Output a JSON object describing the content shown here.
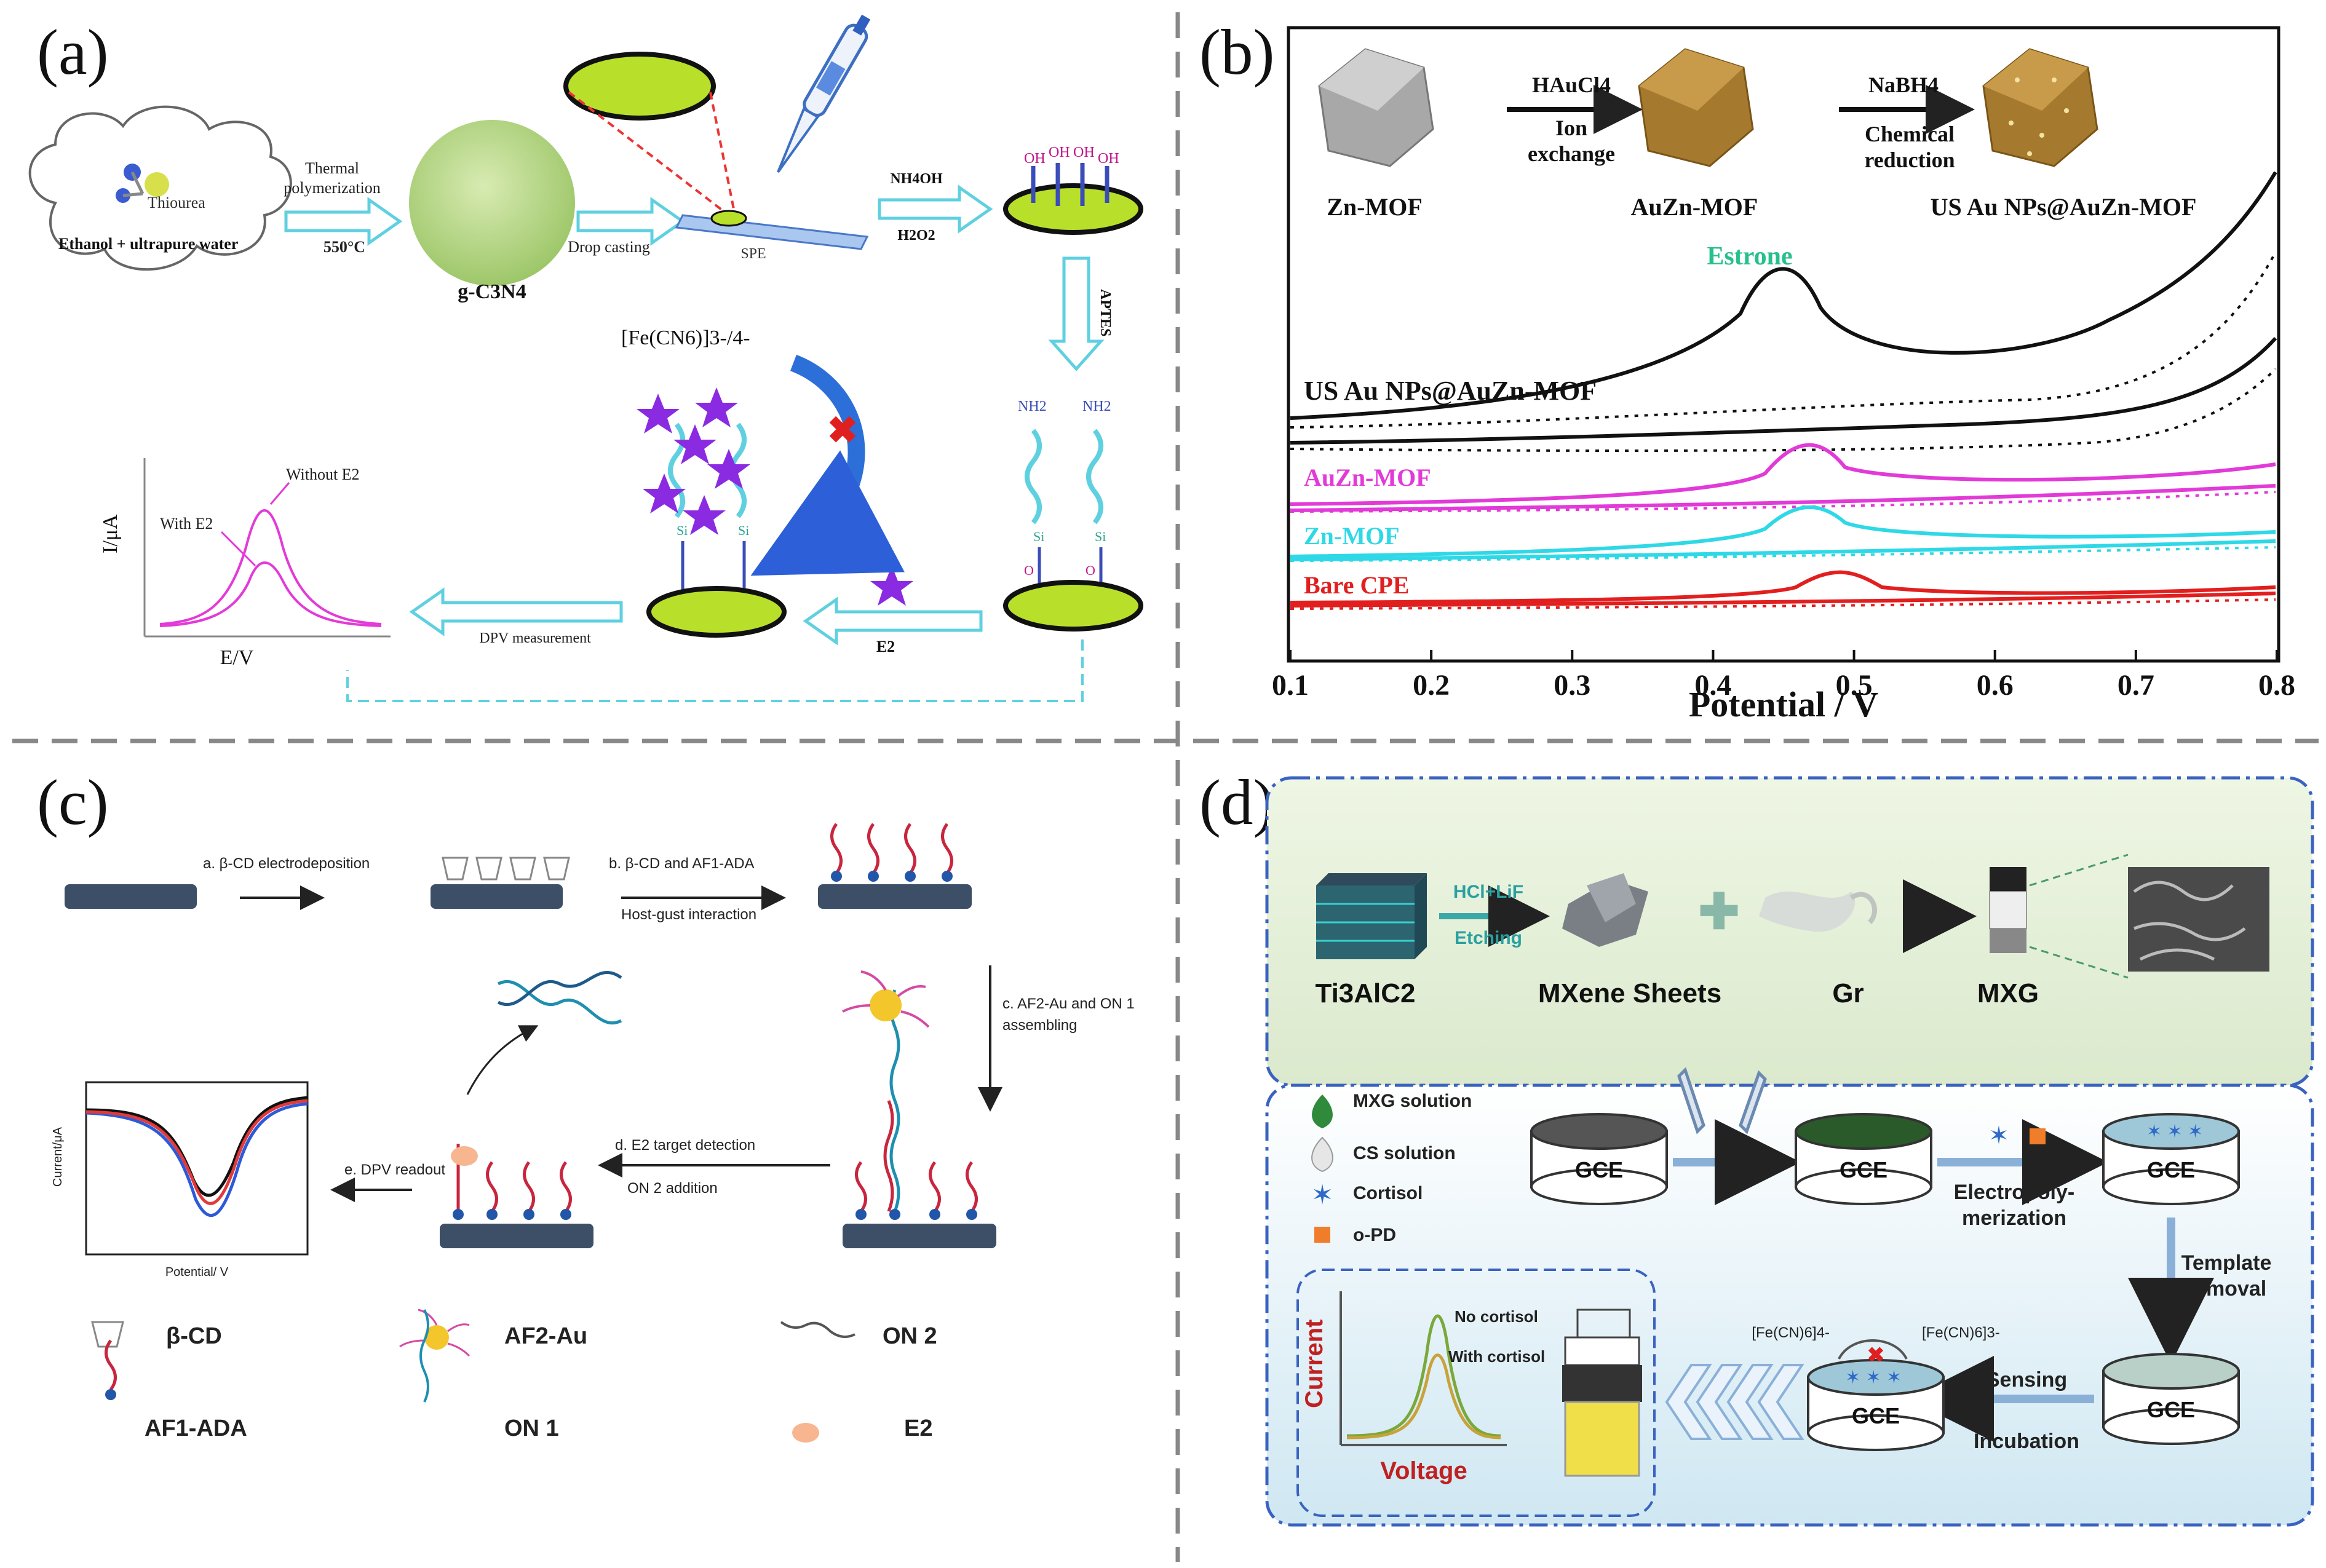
{
  "panels": {
    "a": {
      "label": "(a)",
      "cloud_text": "Ethanol + ultrapure water",
      "thiourea": "Thiourea",
      "step1_top": "Thermal",
      "step1_mid": "polymerization",
      "step1_temp": "550°C",
      "material": "g-C3N4",
      "step2": "Drop casting",
      "spe": "SPE",
      "step3_top": "NH4OH",
      "step3_bottom": "H2O2",
      "oh": "OH",
      "step4": "APTES",
      "nh2": "NH2",
      "si": "Si",
      "o": "O",
      "probe": "[Fe(CN6)]3-/4-",
      "step5": "E2",
      "step6": "DPV measurement",
      "dpv_ylabel": "I/μA",
      "dpv_xlabel": "E/V",
      "without": "Without E2",
      "with": "With E2"
    },
    "b": {
      "label": "(b)",
      "mof1": "Zn-MOF",
      "mof2": "AuZn-MOF",
      "mof3": "US Au NPs@AuZn-MOF",
      "arrow1_top": "HAuCl4",
      "arrow1_b1": "Ion",
      "arrow1_b2": "exchange",
      "arrow2_top": "NaBH4",
      "arrow2_b1": "Chemical",
      "arrow2_b2": "reduction",
      "annotation": "Estrone",
      "xlabel": "Potential / V",
      "xticks": [
        "0.1",
        "0.2",
        "0.3",
        "0.4",
        "0.5",
        "0.6",
        "0.7",
        "0.8"
      ],
      "colors": {
        "us": "#111111",
        "auzn": "#e23ad8",
        "zn": "#2fd8e6",
        "bare": "#e21f1f",
        "estrone": "#26c08c"
      }
    },
    "c": {
      "label": "(c)",
      "s_a": "a. β-CD electrodeposition",
      "s_b1": "b. β-CD and AF1-ADA",
      "s_b2": "Host-gust interaction",
      "s_c1": "c. AF2-Au and ON 1",
      "s_c2": "assembling",
      "s_d1": "d. E2 target detection",
      "s_d2": "ON 2 addition",
      "s_e": "e. DPV readout",
      "plot_ylabel": "Current/μA",
      "plot_xlabel": "Potential/ V",
      "legend": {
        "bcd": "β-CD",
        "af2": "AF2-Au",
        "on2": "ON 2",
        "af1": "AF1-ADA",
        "on1": "ON 1",
        "e2": "E2"
      }
    },
    "d": {
      "label": "(d)",
      "ti3alc2": "Ti3AlC2",
      "etch_top": "HCl+LiF",
      "etch_bottom": "Etching",
      "mxene": "MXene Sheets",
      "gr": "Gr",
      "mxg": "MXG",
      "leg_mxg": "MXG solution",
      "leg_cs": "CS solution",
      "leg_cortisol": "Cortisol",
      "leg_opd": "o-PD",
      "gce": "GCE",
      "electro1": "Electropoly-",
      "electro2": "merization",
      "template1": "Template",
      "template2": "removal",
      "sensing": "Sensing",
      "incubation": "Incubation",
      "fe_left": "[Fe(CN)6]4-",
      "fe_right": "[Fe(CN)6]3-",
      "no_cortisol": "No cortisol",
      "with_cortisol": "With cortisol",
      "ylabel": "Current",
      "xlabel": "Voltage"
    }
  }
}
